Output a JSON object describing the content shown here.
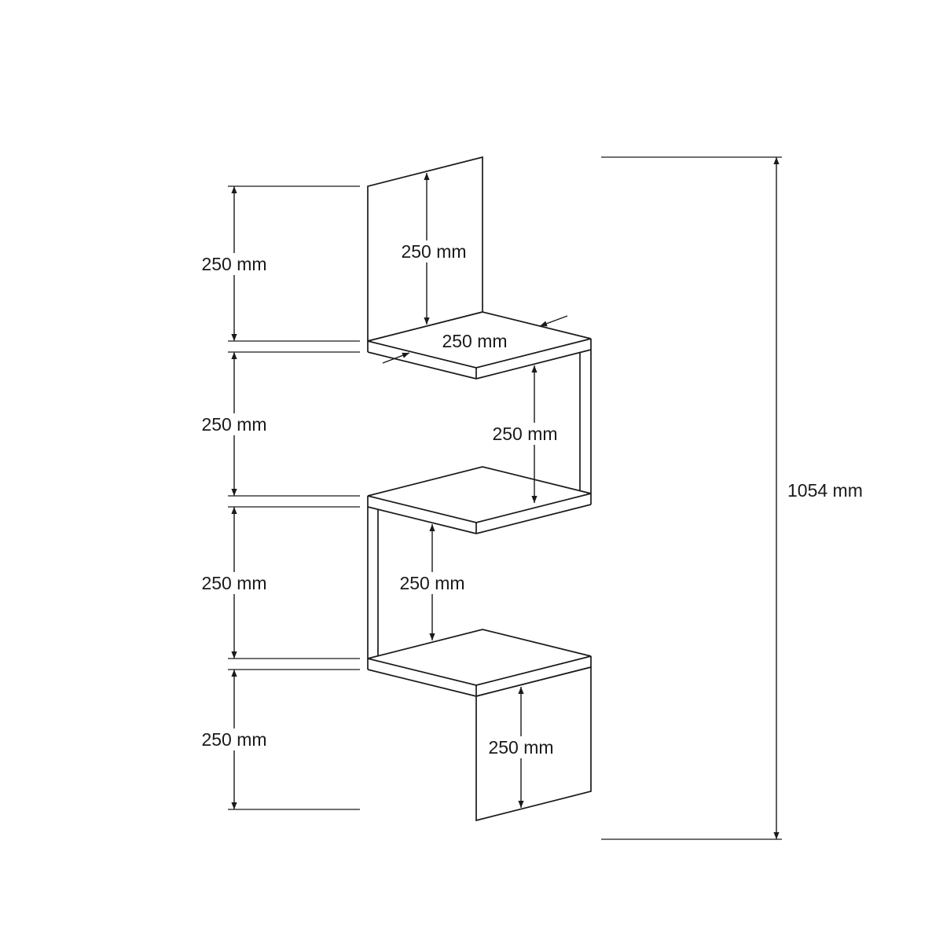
{
  "page": {
    "background": "#ffffff",
    "line_color": "#1a1a1a"
  },
  "diagram": {
    "type": "technical-dimension-drawing",
    "dimensions": {
      "left_chain": [
        "250 mm",
        "250 mm",
        "250 mm",
        "250 mm"
      ],
      "total_height": "1054 mm",
      "top_panel_height": "250 mm",
      "shelf_depth": "250 mm",
      "upper_gap": "250 mm",
      "lower_gap": "250 mm",
      "bottom_panel_height": "250 mm"
    }
  }
}
